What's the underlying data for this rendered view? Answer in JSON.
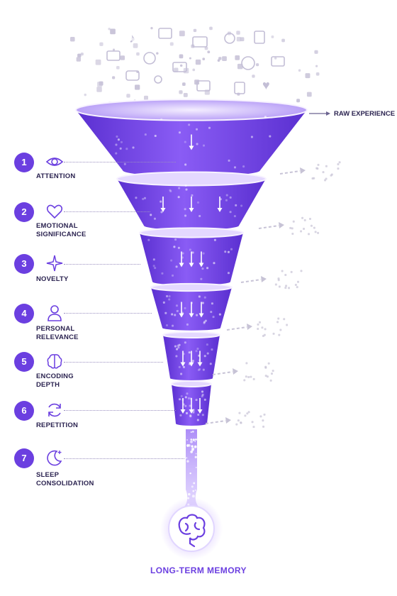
{
  "top_label": "RAW EXPERIENCE",
  "bottom_label": "LONG-TERM MEMORY",
  "accent_color": "#6b3fe0",
  "steps": [
    {
      "number": "1",
      "label": "ATTENTION",
      "icon": "eye-icon"
    },
    {
      "number": "2",
      "label": "EMOTIONAL\nSIGNIFICANCE",
      "icon": "heart-icon"
    },
    {
      "number": "3",
      "label": "NOVELTY",
      "icon": "sparkle-icon"
    },
    {
      "number": "4",
      "label": "PERSONAL\nRELEVANCE",
      "icon": "person-icon"
    },
    {
      "number": "5",
      "label": "ENCODING\nDEPTH",
      "icon": "brain-icon"
    },
    {
      "number": "6",
      "label": "REPETITION",
      "icon": "refresh-icon"
    },
    {
      "number": "7",
      "label": "SLEEP\nCONSOLIDATION",
      "icon": "moon-icon"
    }
  ]
}
